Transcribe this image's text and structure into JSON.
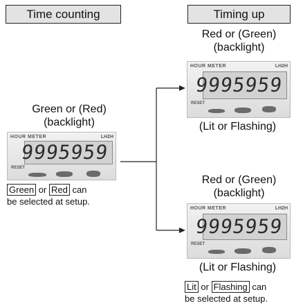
{
  "left": {
    "header": "Time counting",
    "color_label_line1": "Green or (Red)",
    "color_label_line2": "(backlight)",
    "display": {
      "brand": "HOUR METER",
      "tag": "LH2H",
      "digits": "9995959",
      "reset": "RESET"
    },
    "note": {
      "opt1": "Green",
      "or": "or",
      "opt2": "Red",
      "can": "can",
      "line2": "be selected at setup."
    }
  },
  "right": {
    "header": "Timing up",
    "top": {
      "color_label_line1": "Red or (Green)",
      "color_label_line2": "(backlight)",
      "display": {
        "brand": "HOUR METER",
        "tag": "LH2H",
        "digits": "9995959",
        "reset": "RESET"
      },
      "mode": "(Lit or Flashing)"
    },
    "bottom": {
      "color_label_line1": "Red or (Green)",
      "color_label_line2": "(backlight)",
      "display": {
        "brand": "HOUR METER",
        "tag": "LH2H",
        "digits": "9995959",
        "reset": "RESET"
      },
      "mode": "(Lit or Flashing)"
    },
    "note": {
      "opt1": "Lit",
      "or": "or",
      "opt2": "Flashing",
      "can": "can",
      "line2": "be selected at setup."
    }
  },
  "colors": {
    "header_bg": "#e3e3e3",
    "line": "#222222"
  }
}
